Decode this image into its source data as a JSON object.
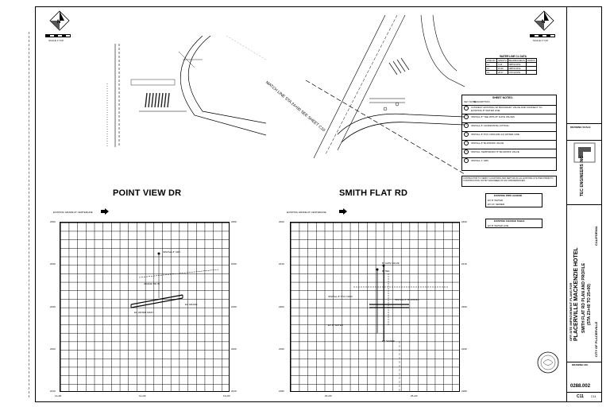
{
  "sheet_titles": {
    "left": "POINT VIEW DR",
    "right": "SMITH FLAT RD"
  },
  "scale_text": {
    "left": "SCALE 1\"=20'",
    "right": "SCALE 1\"=20'"
  },
  "existing_grade_label": "EXISTING GRADE AT CENTERLINE",
  "profile_left": {
    "y_ticks": [
      "2250",
      "2240",
      "2230",
      "2220",
      "2210"
    ],
    "x_ticks": [
      "11+00",
      "12+00",
      "13+00"
    ]
  },
  "profile_right": {
    "y_ticks": [
      "2220",
      "2210",
      "2200",
      "2190",
      "2180"
    ],
    "x_ticks": [
      "24+00",
      "25+00"
    ]
  },
  "water_table": {
    "title": "WATER LINE CL DATA",
    "headers": [
      "LINE NO.",
      "LENGTH",
      "BEARING/DELTA",
      "RADIUS"
    ],
    "rows": [
      [
        "L1",
        "4.43",
        "N88°31'00\"E",
        ""
      ],
      [
        "L2",
        "15.60",
        "N88°31'00\"E",
        ""
      ],
      [
        "L3",
        "25.17",
        "N70°11'00\"E",
        ""
      ]
    ]
  },
  "sheet_notes": {
    "title": "SHEET NOTES:",
    "header_left": "KEY NOTE",
    "header_right": "DESCRIPTION",
    "items": [
      {
        "num": "1",
        "text": "CONNECT EXISTING W/ BOUNDARY VALVE AND CONNECT TO EXISTING 8\" WATER LINE"
      },
      {
        "num": "2",
        "text": "INSTALL 8\" TEE WITH 8\" GATE VALVES"
      },
      {
        "num": "3",
        "text": "INSTALL 8\" HORIZONTAL FITTING"
      },
      {
        "num": "4",
        "text": "INSTALL 8\" PVC C900 (DR-14) WATER LINE"
      },
      {
        "num": "5",
        "text": "INSTALL 8\" BLOWOFF VALVE"
      },
      {
        "num": "6",
        "text": "INSTALL TEMPORARY 8\" BLOWOFF VALVE"
      },
      {
        "num": "7",
        "text": "INSTALL 1\" ARV"
      }
    ],
    "note_box": "CONTRACTOR TO VERIFY LOCATIONS AND DEPTHS OF ALL EXISTING UTILITIES PRIOR TO CONSTRUCTION. NOTIFY ENGINEER OF ANY DISCREPANCIES."
  },
  "legend1": {
    "title": "EXISTING PIPE LEGEND",
    "items": [
      "EX 8\" WATER",
      "EX 12\" SEWER"
    ]
  },
  "legend2": {
    "title": "EXISTING CHANGE TABLE",
    "items": [
      "EX 8\" WATER LINE"
    ]
  },
  "match_line": "MATCH LINE STA 24+00 SEE SHEET C10",
  "title_block": {
    "project_line1": "OFF-SITE IMPROVEMENT PLANS FOR",
    "project_line2": "PLACERVILLE MACKENZIE HOTEL",
    "sheet_desc1": "SMITH FLAT RD PLAN AND PROFILE",
    "sheet_desc2": "(STA 23+40 TO 25+00)",
    "city": "CITY OF PLACERVILLE",
    "state": "CALIFORNIA",
    "firm": "TEC ENGINEERS INC",
    "drawing_scale_label": "DRAWING SCALE",
    "drawing_no_label": "DRAWING NO.",
    "job_no": "0288.002",
    "sheet_no": "C11",
    "sheet_of": "C14"
  },
  "profile_callouts": {
    "left": [
      "INSTALL 8\" ARV",
      "GRADE TIE IN",
      "EX WATER MAIN",
      "EX GRADE"
    ],
    "right": [
      "8\" GATE VALVE",
      "8\" TEE",
      "INSTALL 8\" PVC C900",
      "INSTALL 8\" BLOWOFF",
      "EX 8\" WATER",
      "EX SEWER"
    ]
  },
  "colors": {
    "ink": "#000000",
    "paper": "#ffffff",
    "hatch": "#222222"
  }
}
